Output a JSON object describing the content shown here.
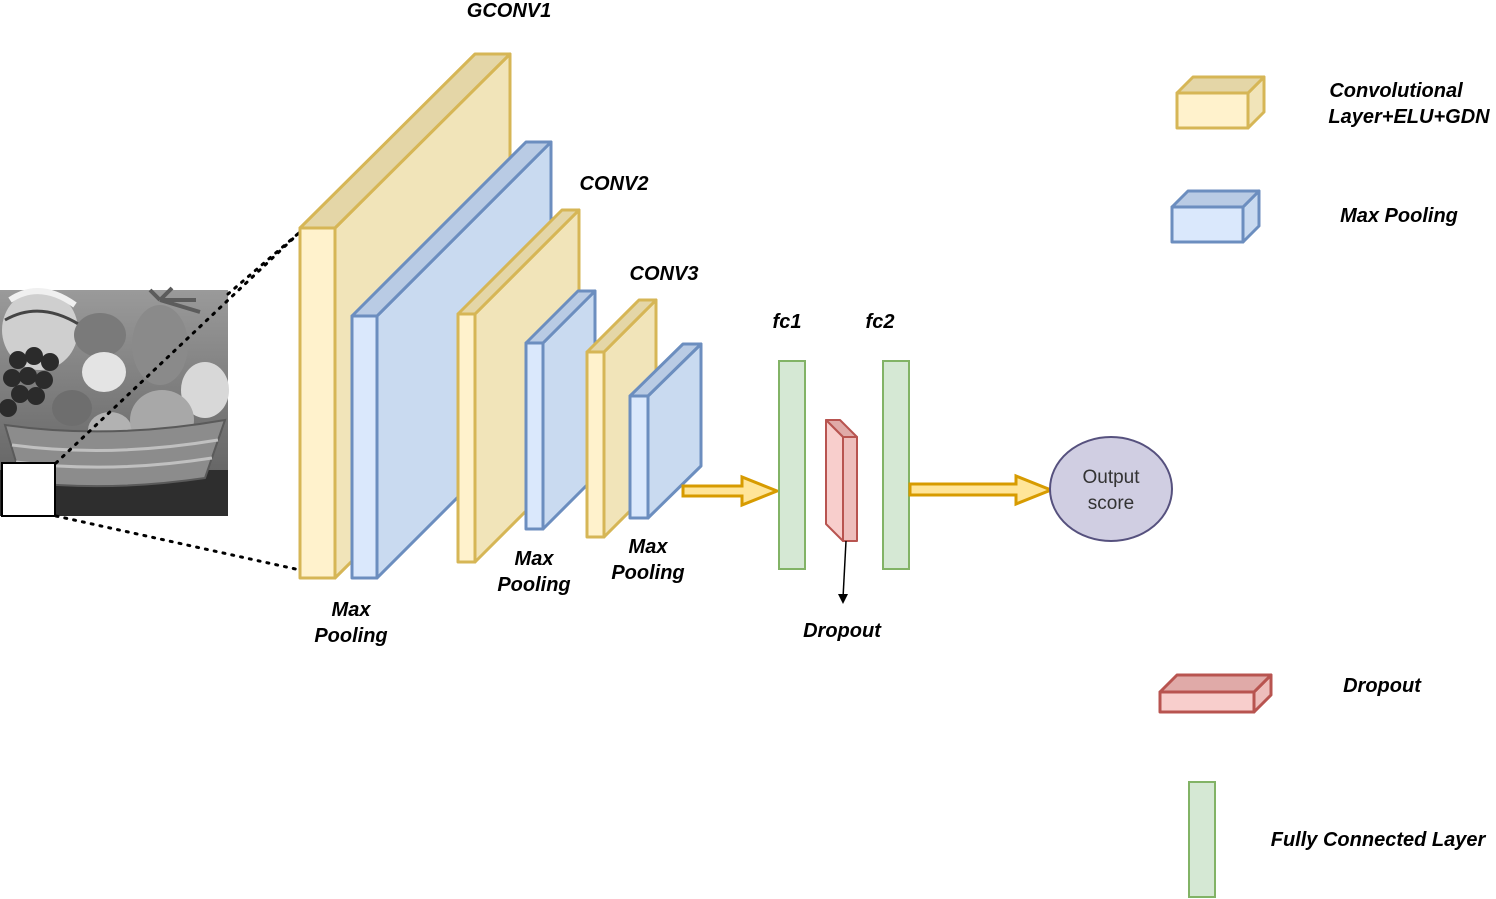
{
  "colors": {
    "conv_face": "#fff2cc",
    "conv_side": "#f1e4b9",
    "conv_top": "#e4d6a7",
    "conv_stroke": "#d6b656",
    "pool_face": "#dae8fc",
    "pool_side": "#c9daf0",
    "pool_top": "#b9cbe4",
    "pool_stroke": "#6c8ebf",
    "drop_face": "#f8cecc",
    "drop_side": "#eebebc",
    "drop_top": "#e0aaa8",
    "drop_stroke": "#b85450",
    "fc_face": "#d5e8d4",
    "fc_stroke": "#82b366",
    "arrow_fill": "#ffe599",
    "arrow_stroke": "#d79b00",
    "output_fill": "#d0cee2",
    "output_stroke": "#56517e"
  },
  "input": {
    "icon": "grayscale-fruit-basket-photo"
  },
  "layers": {
    "gconv1": "GCONV1",
    "conv2": "CONV2",
    "conv3": "CONV3",
    "pool1": [
      "Max",
      "Pooling"
    ],
    "pool2": [
      "Max",
      "Pooling"
    ],
    "pool3": [
      "Max",
      "Pooling"
    ],
    "fc1": "fc1",
    "fc2": "fc2",
    "dropout": "Dropout"
  },
  "output": {
    "line1": "Output",
    "line2": "score"
  },
  "legend": {
    "conv_line1": "Convolutional",
    "conv_line2": "Layer+ELU+GDN",
    "pool": "Max Pooling",
    "dropout": "Dropout",
    "fc": "Fully Connected Layer"
  }
}
